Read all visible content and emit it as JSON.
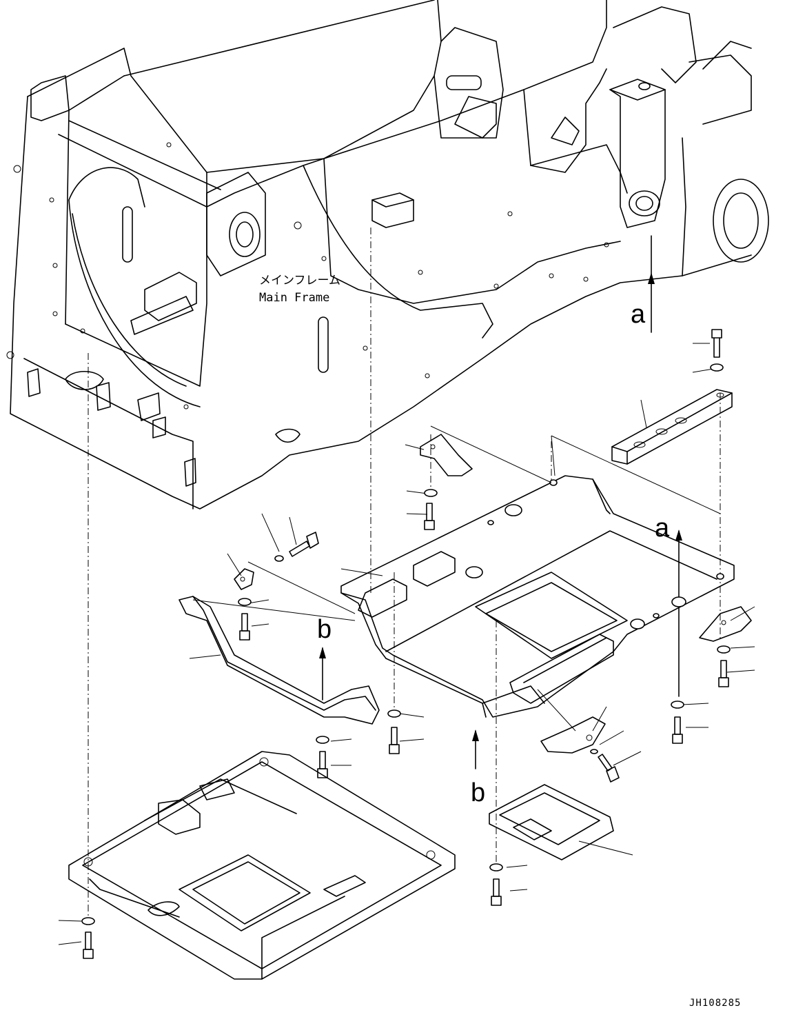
{
  "labels": {
    "main_frame_jp": "メインフレーム",
    "main_frame_en": "Main Frame",
    "ref_a_top": "a",
    "ref_a_mid": "a",
    "ref_b_left": "b",
    "ref_b_bottom": "b",
    "drawing_code": "JH108285"
  },
  "colors": {
    "line": "#000000",
    "background": "#ffffff"
  }
}
